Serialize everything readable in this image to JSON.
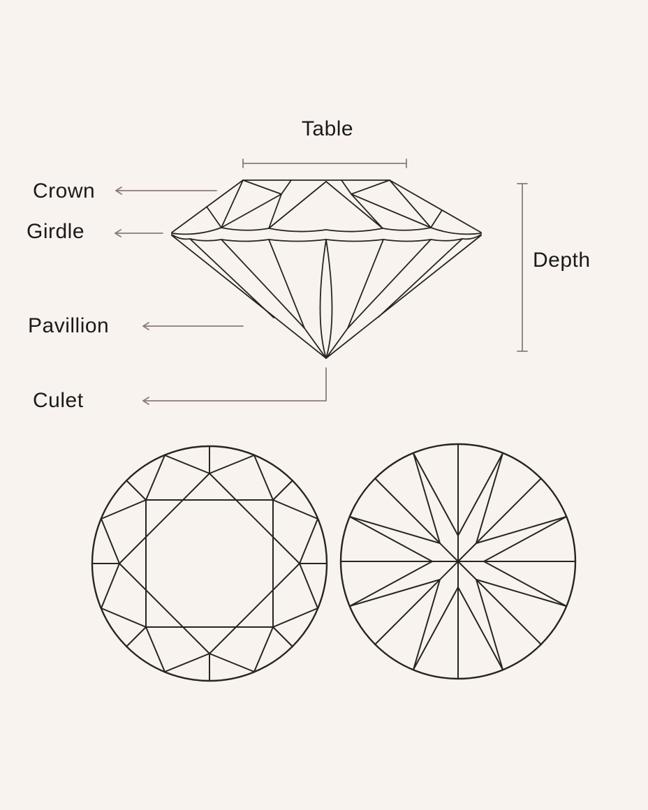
{
  "title": "Diamond anatomy diagram",
  "colors": {
    "background": "#f8f3ee",
    "text": "#1a1a1a",
    "stone_line": "#272421",
    "annotation_line": "#8a7b75"
  },
  "labels": {
    "table": "Table",
    "crown": "Crown",
    "girdle": "Girdle",
    "pavillion": "Pavillion",
    "culet": "Culet",
    "depth": "Depth"
  },
  "figures": {
    "side_view": "diamond-side-profile",
    "top_view": "round-brilliant-crown-top-view",
    "bottom_view": "round-brilliant-pavilion-bottom-view"
  }
}
